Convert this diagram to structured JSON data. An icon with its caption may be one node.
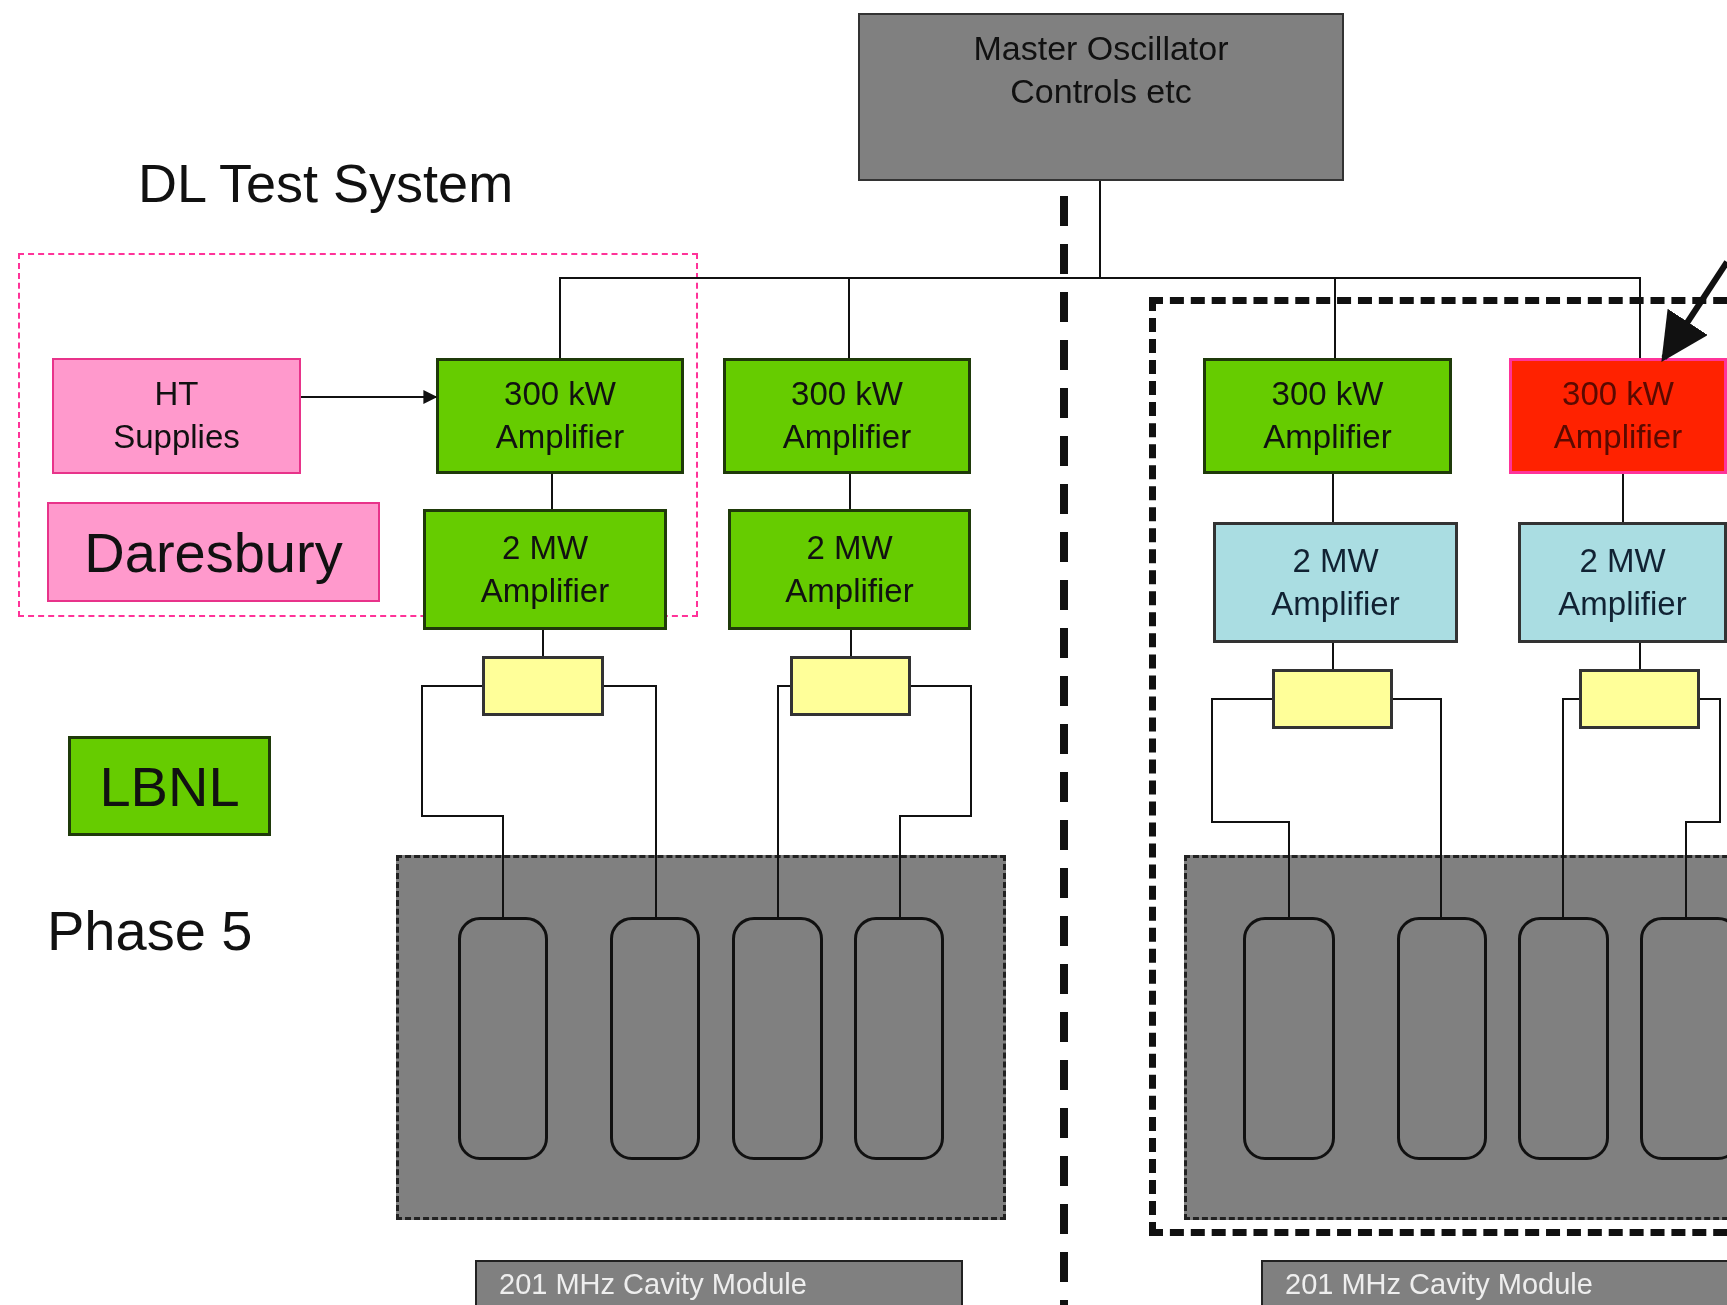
{
  "diagram": {
    "title": "DL Test System",
    "nodes": [
      {
        "text": [
          "Master Oscillator Controls etc"
        ]
      },
      {
        "text": [],
        "shape": "box"
      },
      {
        "text": [
          "HT Supplies"
        ],
        "in": 1
      },
      {
        "text": [
          "Daresbury"
        ],
        "in": 1
      },
      {
        "text": [
          "300 kW Amplifier"
        ],
        "in": 1
      },
      {
        "text": [
          "2 MW Amplifier"
        ]
      },
      {
        "text": [
          "300 kW Amplifier"
        ]
      },
      {
        "text": [
          "2 MW Amplifier"
        ]
      },
      {
        "text": [],
        "shape": "box"
      },
      {
        "text": [],
        "shape": "box"
      },
      {
        "text": [
          "LBNL"
        ]
      },
      {
        "text": [],
        "shape": "box"
      },
      {
        "text": [],
        "shape": "box",
        "in": 11
      },
      {
        "text": [],
        "shape": "box",
        "in": 11
      },
      {
        "text": [],
        "shape": "box",
        "in": 11
      },
      {
        "text": [],
        "shape": "box",
        "in": 11
      },
      {
        "text": [
          "201 MHz Cavity Module"
        ]
      },
      {
        "text": [],
        "shape": "box"
      },
      {
        "text": [
          "300 kW Amplifier"
        ],
        "in": 17
      },
      {
        "text": [
          "300 kW Amplifier"
        ],
        "in": 17
      },
      {
        "text": [
          "2 MW Amplifier"
        ],
        "in": 17
      },
      {
        "text": [
          "2 MW Amplifier"
        ],
        "in": 17
      },
      {
        "text": [],
        "shape": "box",
        "in": 17
      },
      {
        "text": [],
        "shape": "box",
        "in": 17
      },
      {
        "text": [],
        "shape": "box",
        "in": 17
      },
      {
        "text": [],
        "shape": "box",
        "in": 24
      },
      {
        "text": [],
        "shape": "box",
        "in": 24
      },
      {
        "text": [],
        "shape": "box",
        "in": 24
      },
      {
        "text": [],
        "shape": "box",
        "in": 24
      },
      {
        "text": [
          "201 MHz Cavity Module"
        ]
      }
    ],
    "edges": [
      {
        "from": 0,
        "to": 4,
        "arrow": "none"
      },
      {
        "from": 0,
        "to": 6,
        "arrow": "none"
      },
      {
        "from": 0,
        "to": 18,
        "arrow": "none"
      },
      {
        "from": 0,
        "to": 19,
        "arrow": "none"
      },
      {
        "from": 2,
        "to": 4,
        "arrow": "to"
      },
      {
        "from": 4,
        "to": 5,
        "arrow": "none"
      },
      {
        "from": 6,
        "to": 7,
        "arrow": "none"
      },
      {
        "from": 18,
        "to": 20,
        "arrow": "none"
      },
      {
        "from": 19,
        "to": 21,
        "arrow": "none"
      },
      {
        "from": 5,
        "to": 8,
        "arrow": "none"
      },
      {
        "from": 7,
        "to": 9,
        "arrow": "none"
      },
      {
        "from": 20,
        "to": 22,
        "arrow": "none"
      },
      {
        "from": 21,
        "to": 23,
        "arrow": "none"
      },
      {
        "from": 8,
        "to": 12,
        "arrow": "none"
      },
      {
        "from": 8,
        "to": 13,
        "arrow": "none"
      },
      {
        "from": 9,
        "to": 14,
        "arrow": "none"
      },
      {
        "from": 9,
        "to": 15,
        "arrow": "none"
      },
      {
        "from": 22,
        "to": 25,
        "arrow": "none"
      },
      {
        "from": 22,
        "to": 26,
        "arrow": "none"
      },
      {
        "from": 23,
        "to": 27,
        "arrow": "none"
      },
      {
        "from": 23,
        "to": 28,
        "arrow": "none"
      },
      {
        "from": null,
        "to": 19,
        "arrow": "to",
        "style": "thick"
      }
    ],
    "labels": [
      "Phase 5"
    ]
  }
}
